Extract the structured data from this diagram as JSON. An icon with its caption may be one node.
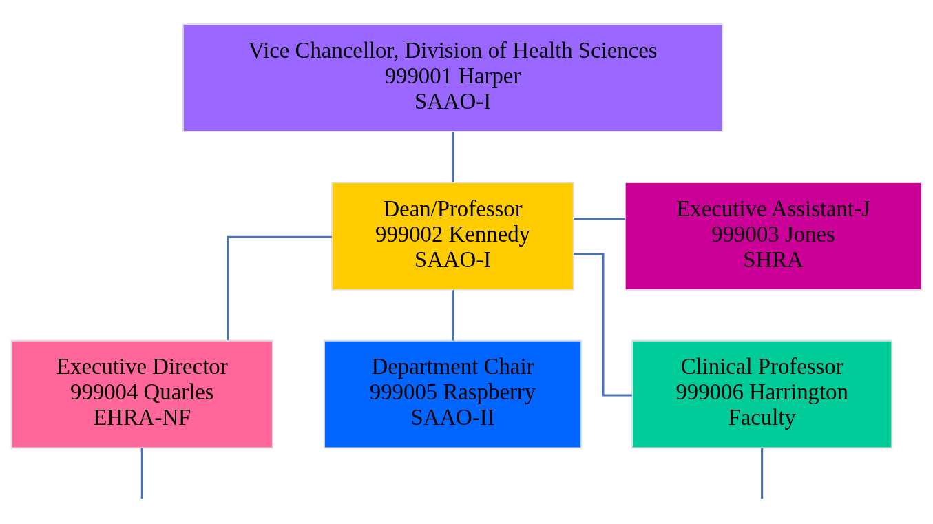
{
  "diagram": {
    "nodes": [
      {
        "text": [
          "Vice Chancellor, Division of Health Sciences",
          "999001 Harper",
          "SAAO-I"
        ]
      },
      {
        "text": [
          "Dean/Professor",
          "999002 Kennedy",
          "SAAO-I"
        ]
      },
      {
        "text": [
          "Executive Assistant-J",
          "999003 Jones",
          "SHRA"
        ]
      },
      {
        "text": [
          "Executive Director",
          "999004 Quarles",
          "EHRA-NF"
        ]
      },
      {
        "text": [
          "Department Chair",
          "999005 Raspberry",
          "SAAO-II"
        ]
      },
      {
        "text": [
          "Clinical Professor",
          "999006 Harrington",
          "Faculty"
        ]
      }
    ],
    "edges": [
      {
        "from": 0,
        "to": 1,
        "arrow": "none"
      },
      {
        "from": 1,
        "to": 2,
        "arrow": "none"
      },
      {
        "from": 1,
        "to": 3,
        "arrow": "none"
      },
      {
        "from": 1,
        "to": 4,
        "arrow": "none"
      },
      {
        "from": 1,
        "to": 5,
        "arrow": "none"
      },
      {
        "from": 3,
        "to": null,
        "arrow": "none"
      },
      {
        "from": 5,
        "to": null,
        "arrow": "none"
      }
    ]
  }
}
